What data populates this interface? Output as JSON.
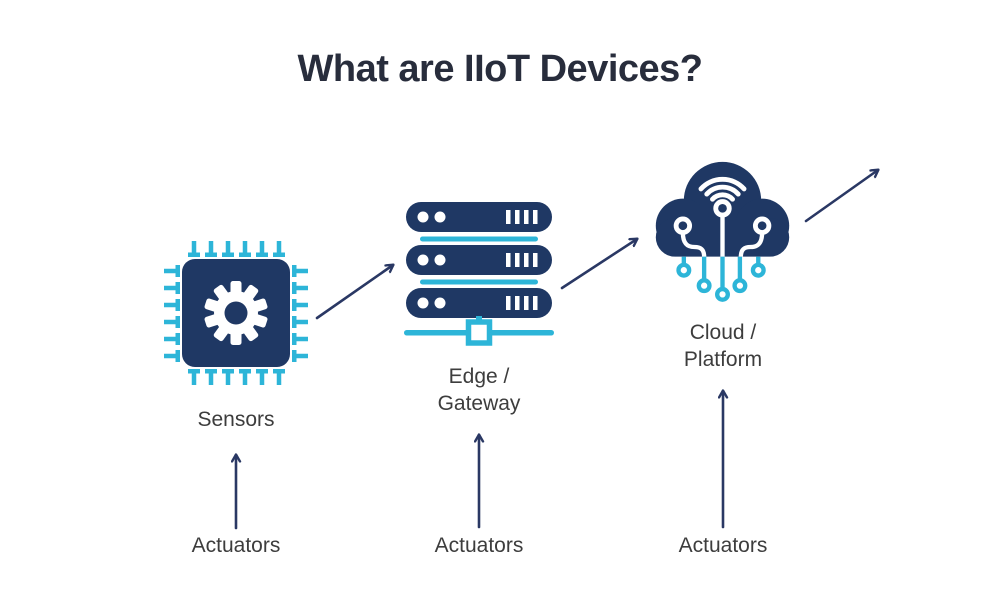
{
  "title": "What are IIoT Devices?",
  "nodes": [
    {
      "name": "sensors",
      "icon": "chip-gear-icon",
      "lines": [
        "Sensors"
      ],
      "actuator_label": "Actuators"
    },
    {
      "name": "edge-gateway",
      "icon": "server-stack-icon",
      "lines": [
        "Edge /",
        "Gateway"
      ],
      "actuator_label": "Actuators"
    },
    {
      "name": "cloud-platform",
      "icon": "cloud-circuit-icon",
      "lines": [
        "Cloud /",
        "Platform"
      ],
      "actuator_label": "Actuators"
    }
  ],
  "colors": {
    "icon_navy": "#1f3864",
    "icon_cyan": "#2db5d8",
    "arrow_navy": "#2a3864",
    "title_text": "#282d3c",
    "label_text": "#3d3d3d",
    "background": "#ffffff"
  }
}
